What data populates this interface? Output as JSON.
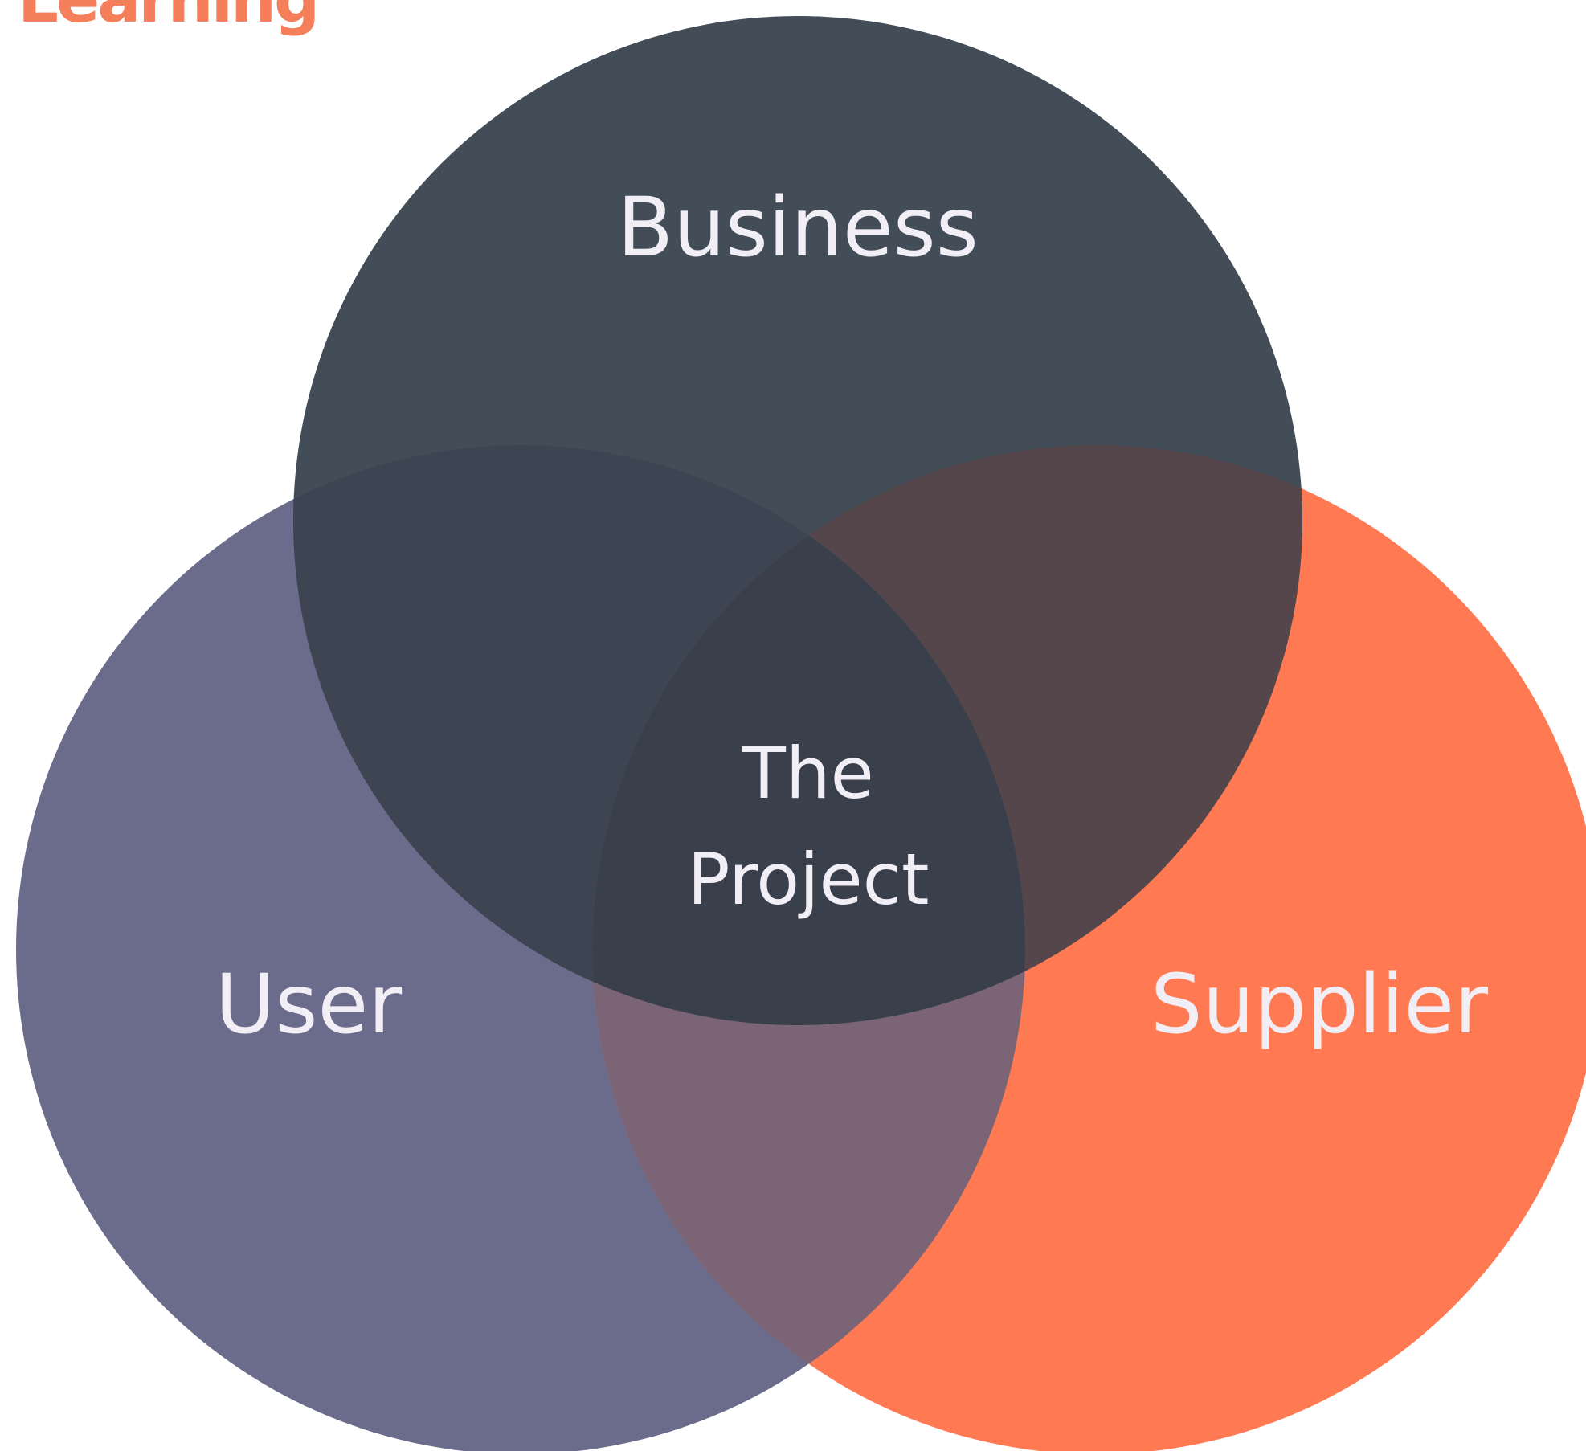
{
  "header": {
    "brand_text": "Learning"
  },
  "diagram": {
    "type": "venn",
    "sets": [
      {
        "id": "business",
        "label": "Business",
        "color": "#424d58"
      },
      {
        "id": "user",
        "label": "User",
        "color": "#6b6b8b"
      },
      {
        "id": "supplier",
        "label": "Supplier",
        "color": "#ff7a53"
      }
    ],
    "intersection": {
      "line1": "The",
      "line2": "Project"
    },
    "colors": {
      "brand": "#f47f5a",
      "label_text": "#f2eef5",
      "pair_business_user": "#3d4553",
      "pair_business_supplier": "#54464a",
      "pair_user_supplier": "#7a6476",
      "triple_overlap": "#3a3f4c",
      "background": "#ffffff"
    }
  }
}
